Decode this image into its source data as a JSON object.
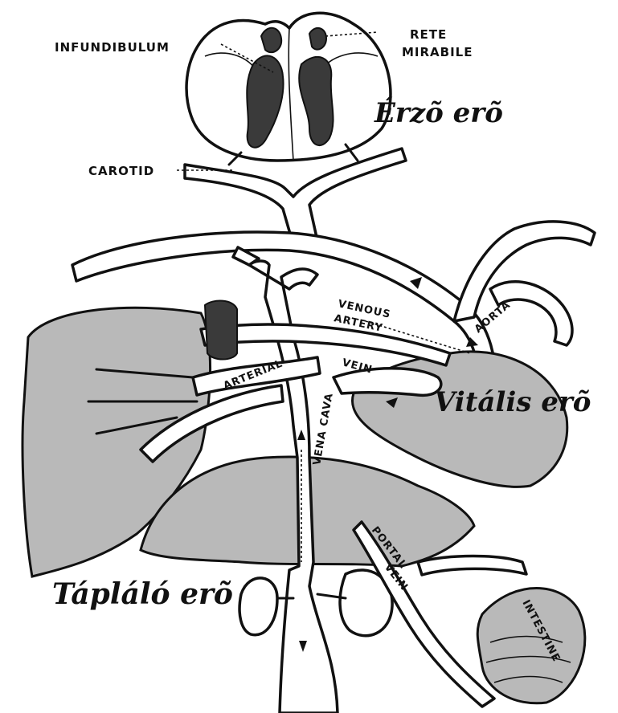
{
  "labels": {
    "infundibulum": "INFUNDIBULUM",
    "rete": "RETE",
    "mirabile": "MIRABILE",
    "carotid": "CAROTID",
    "venous_artery_1": "VENOUS",
    "venous_artery_2": "ARTERY",
    "aorta": "AORTA",
    "vein": "VEIN",
    "vena_cava": "VENA CAVA",
    "arterial": "ARTERIAL",
    "portal": "PORTAL",
    "portal_vein": "VEIN",
    "intestine": "INTESTINE"
  },
  "faculties": {
    "sensitive": "Érzõ erõ",
    "vital": "Vitális erõ",
    "nutritive": "Tápláló erõ"
  }
}
